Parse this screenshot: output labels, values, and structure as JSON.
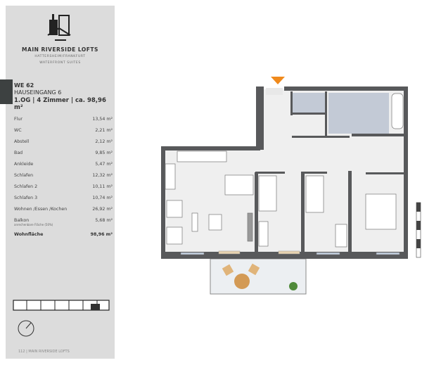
{
  "brand": {
    "name": "MAIN RIVERSIDE LOFTS",
    "location": "HATTERSHEIM/FRANKFURT",
    "tagline": "WATERFRONT SUITES"
  },
  "unit": {
    "id": "WE 62",
    "entrance": "HAUSEINGANG 6",
    "summary": "1.OG | 4 Zimmer | ca. 98,96 m²"
  },
  "rooms": [
    {
      "name": "Flur",
      "area": "13,54 m²"
    },
    {
      "name": "WC",
      "area": "2,21 m²"
    },
    {
      "name": "Abstell",
      "area": "2,12 m²"
    },
    {
      "name": "Bad",
      "area": "9,85 m²"
    },
    {
      "name": "Ankleide",
      "area": "5,47 m²"
    },
    {
      "name": "Schlafen",
      "area": "12,32 m²"
    },
    {
      "name": "Schlafen 2",
      "area": "10,11 m²"
    },
    {
      "name": "Schlafen 3",
      "area": "10,74 m²"
    },
    {
      "name": "Wohnen /Essen /Kochen",
      "area": "26,92 m²"
    },
    {
      "name": "Balkon",
      "note": "anrechenbare Fläche (50%)",
      "area": "5,68 m²"
    }
  ],
  "total": {
    "name": "Wohnfläche",
    "area": "98,96 m²"
  },
  "footer": "112 | MAIN RIVERSIDE LOFTS",
  "colors": {
    "wall": "#58595b",
    "wet": "#c3cad6",
    "entrance": "#f08a1c",
    "floor": "#efefef"
  }
}
